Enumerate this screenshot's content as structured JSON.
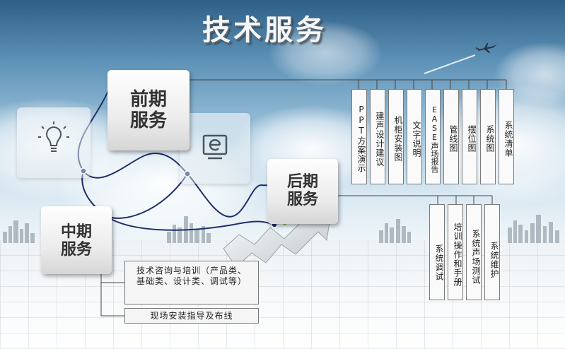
{
  "title": "技术服务",
  "pre_service": {
    "label": "前期服务",
    "items": [
      "PPT方案演示",
      "建声设计建议",
      "机柜安装图",
      "文字说明",
      "EASE声场报告",
      "管线图",
      "摆位图",
      "系统图",
      "系统清单"
    ]
  },
  "mid_service": {
    "label": "中期服务",
    "items": [
      "技术咨询与培训（产品类、基础类、设计类、调试等）",
      "现场安装指导及布线"
    ]
  },
  "post_service": {
    "label": "后期服务",
    "items": [
      "系统调试",
      "培训操作和手册",
      "系统声场测试",
      "系统维护"
    ]
  },
  "icons": [
    "lightbulb-icon",
    "monitor-icon",
    "airplane-icon",
    "arrow-icon",
    "city-skyline-icon"
  ],
  "colors": {
    "accent_curve": "#1f2f6b",
    "box_border": "#7a7a7a",
    "connector": "#444444"
  }
}
